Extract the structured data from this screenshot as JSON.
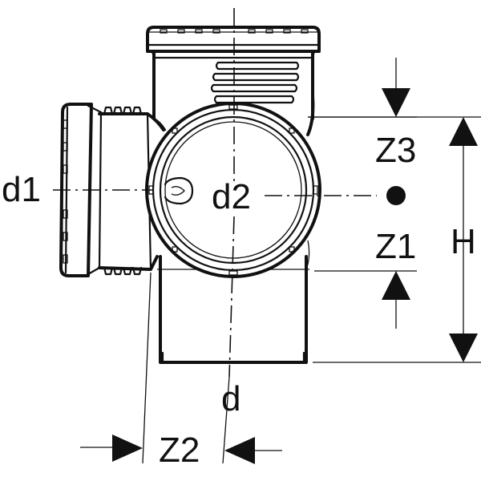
{
  "drawing": {
    "labels": {
      "d1": "d1",
      "d2": "d2",
      "d": "d",
      "z1": "Z1",
      "z2": "Z2",
      "z3": "Z3",
      "h": "H"
    }
  }
}
